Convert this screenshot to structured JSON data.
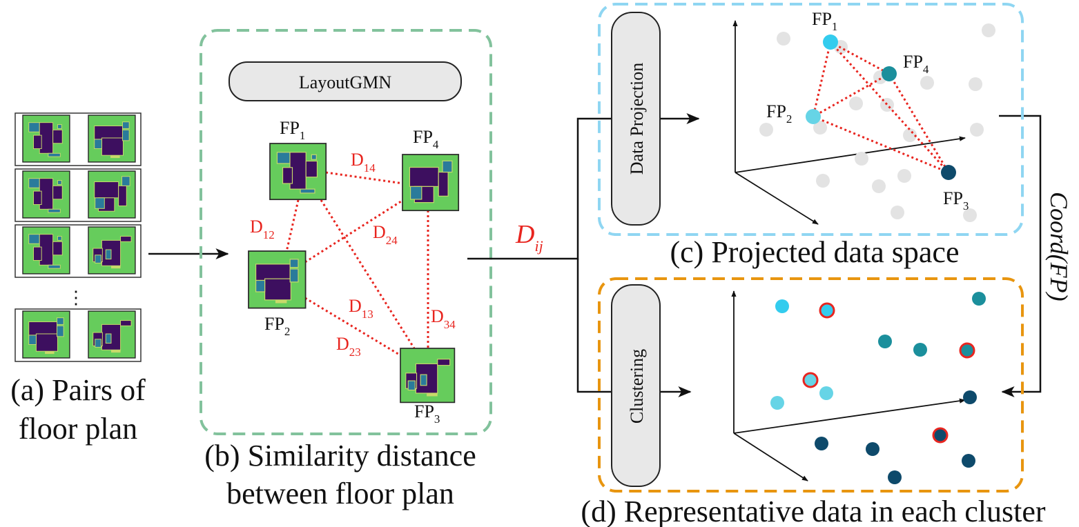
{
  "panels": {
    "a": {
      "caption_line1": "(a) Pairs of",
      "caption_line2": "floor plan",
      "ellipsis": "⋮"
    },
    "b": {
      "model_label": "LayoutGMN",
      "caption_line1": "(b) Similarity distance",
      "caption_line2": "between floor plan",
      "nodes": [
        {
          "id": "fp1",
          "label": "FP",
          "sub": "1"
        },
        {
          "id": "fp2",
          "label": "FP",
          "sub": "2"
        },
        {
          "id": "fp3",
          "label": "FP",
          "sub": "3"
        },
        {
          "id": "fp4",
          "label": "FP",
          "sub": "4"
        }
      ],
      "edges": [
        {
          "label": "D",
          "sub": "12"
        },
        {
          "label": "D",
          "sub": "14"
        },
        {
          "label": "D",
          "sub": "24"
        },
        {
          "label": "D",
          "sub": "13"
        },
        {
          "label": "D",
          "sub": "34"
        },
        {
          "label": "D",
          "sub": "23"
        }
      ]
    },
    "dij": {
      "label": "D",
      "sub": "ij"
    },
    "c": {
      "step_label": "Data Projection",
      "caption": "(c) Projected data space",
      "points": [
        {
          "label": "FP",
          "sub": "1"
        },
        {
          "label": "FP",
          "sub": "2"
        },
        {
          "label": "FP",
          "sub": "3"
        },
        {
          "label": "FP",
          "sub": "4"
        }
      ]
    },
    "d": {
      "step_label": "Clustering",
      "caption": "(d) Representative data in each cluster"
    },
    "coord_label": "Coord(FP)"
  },
  "colors": {
    "green_border": "#82c29c",
    "blue_border": "#8fd6f2",
    "orange_border": "#e8950f",
    "distance_red": "#e8251f",
    "fp1_cyan": "#33ccee",
    "fp2_light_cyan": "#66d4e6",
    "fp4_teal": "#1b8f9c",
    "fp3_dark_navy": "#0e4a6b",
    "floor_green": "#66cc5c",
    "room_purple": "#3d0f5f",
    "room_teal": "#2a7b9b",
    "pill_gray": "#e8e8e8",
    "gray_point": "#e3e3e3"
  }
}
